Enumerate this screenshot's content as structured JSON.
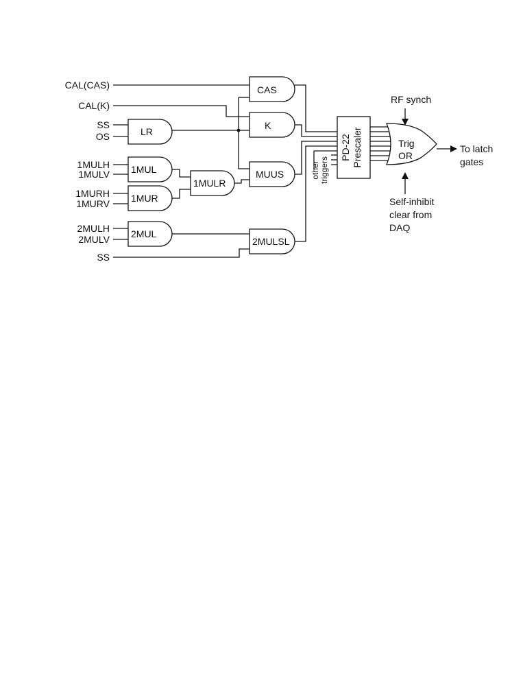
{
  "inputs": {
    "cal_cas": "CAL(CAS)",
    "cal_k": "CAL(K)",
    "ss_1": "SS",
    "os": "OS",
    "mulh_1": "1MULH",
    "mulv_1": "1MULV",
    "murh_1": "1MURH",
    "murv_1": "1MURV",
    "mulh_2": "2MULH",
    "mulv_2": "2MULV",
    "ss_2": "SS"
  },
  "gates": {
    "cas": "CAS",
    "k": "K",
    "lr": "LR",
    "mul_1": "1MUL",
    "mur_1": "1MUR",
    "mulr_1": "1MULR",
    "muus": "MUUS",
    "mul_2": "2MUL",
    "mulsl_2": "2MULSL"
  },
  "other_triggers": [
    "other",
    "triggers"
  ],
  "prescaler": [
    "PD-22",
    "Prescaler"
  ],
  "trig_or": [
    "Trig",
    "OR"
  ],
  "rf_synch": "RF synch",
  "self_inhibit": [
    "Self-inhibit",
    "clear from",
    "DAQ"
  ],
  "output": [
    "To latch",
    "gates"
  ]
}
